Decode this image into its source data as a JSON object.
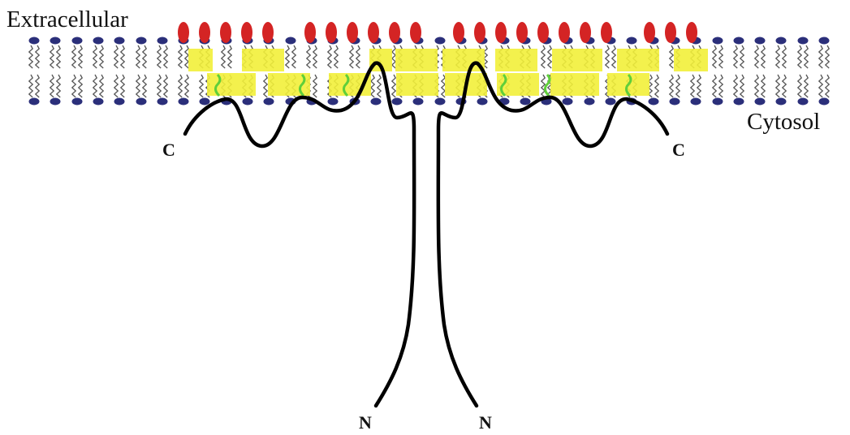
{
  "labels": {
    "extracellular": "Extracellular",
    "cytosol": "Cytosol"
  },
  "termini": {
    "c_left": "C",
    "c_right": "C",
    "n_left": "N",
    "n_right": "N"
  },
  "colors": {
    "lipid_head": "#2b2f7a",
    "glycan": "#d42424",
    "hydrophobic_band": "#f2ef3a",
    "residues": "#5fcf3a",
    "chain": "#000000",
    "background": "#ffffff"
  }
}
